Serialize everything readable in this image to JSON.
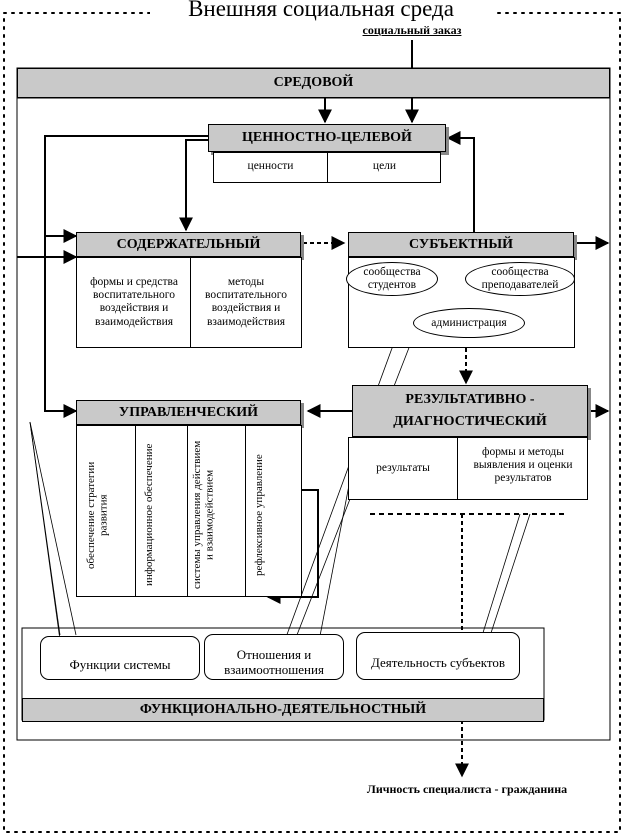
{
  "title": "Внешняя социальная среда",
  "social_order": "социальный заказ",
  "levels": {
    "sredovoy": "СРЕДОВОЙ",
    "cennostno": "ЦЕННОСТНО-ЦЕЛЕВОЙ",
    "soderzhatelny": "СОДЕРЖАТЕЛЬНЫЙ",
    "subektny": "СУБЪЕКТНЫЙ",
    "upravlenchesky": "УПРАВЛЕНЧЕСКИЙ",
    "rezultativno": "РЕЗУЛЬТАТИВНО - ДИАГНОСТИЧЕСКИЙ",
    "funkcionalno": "ФУНКЦИОНАЛЬНО-ДЕЯТЕЛЬНОСТНЫЙ"
  },
  "cennostno_cells": [
    "ценности",
    "цели"
  ],
  "soderzhatelny_cells": [
    "формы и средства воспитательного воздействия и взаимодействия",
    "методы воспитательного воздействия и взаимодействия"
  ],
  "subektny_ovals": [
    "сообщества студентов",
    "сообщества преподавателей",
    "администрация"
  ],
  "upravlenchesky_cells": [
    "обеспечение стратегии развития",
    "информационное обеспечение",
    "системы управления действием и взаимодействием",
    "рефлексивное управление"
  ],
  "rezultativno_cells": [
    "результаты",
    "формы и методы выявления и оценки результатов"
  ],
  "functional_items": [
    "Функции системы",
    "Отношения и взаимоотношения",
    "Деятельность субъектов"
  ],
  "result": "Личность специалиста - гражданина"
}
